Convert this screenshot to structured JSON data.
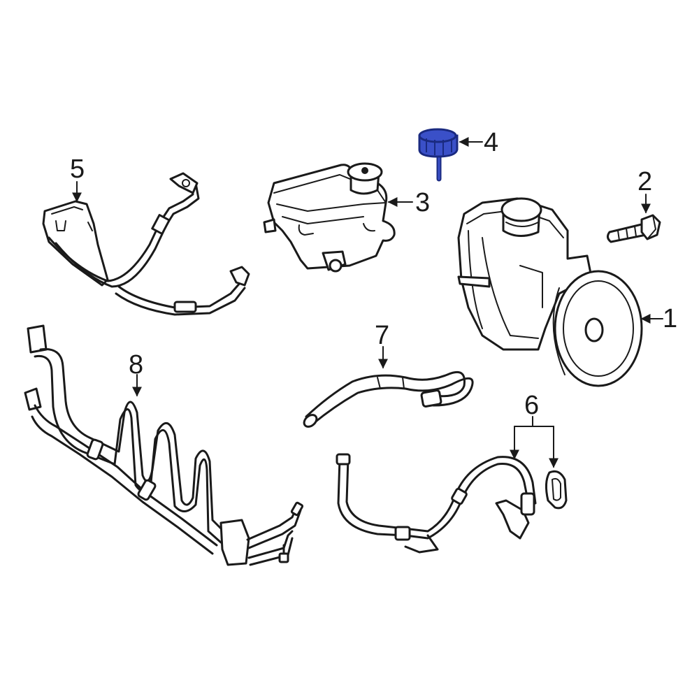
{
  "colors": {
    "line": "#1a1a1a",
    "highlight": "#3a50c8",
    "highlight_dark": "#1a2a80",
    "background": "#ffffff"
  },
  "callouts": {
    "c1": "1",
    "c2": "2",
    "c3": "3",
    "c4": "4",
    "c5": "5",
    "c6": "6",
    "c7": "7",
    "c8": "8"
  },
  "highlighted_part": "4"
}
